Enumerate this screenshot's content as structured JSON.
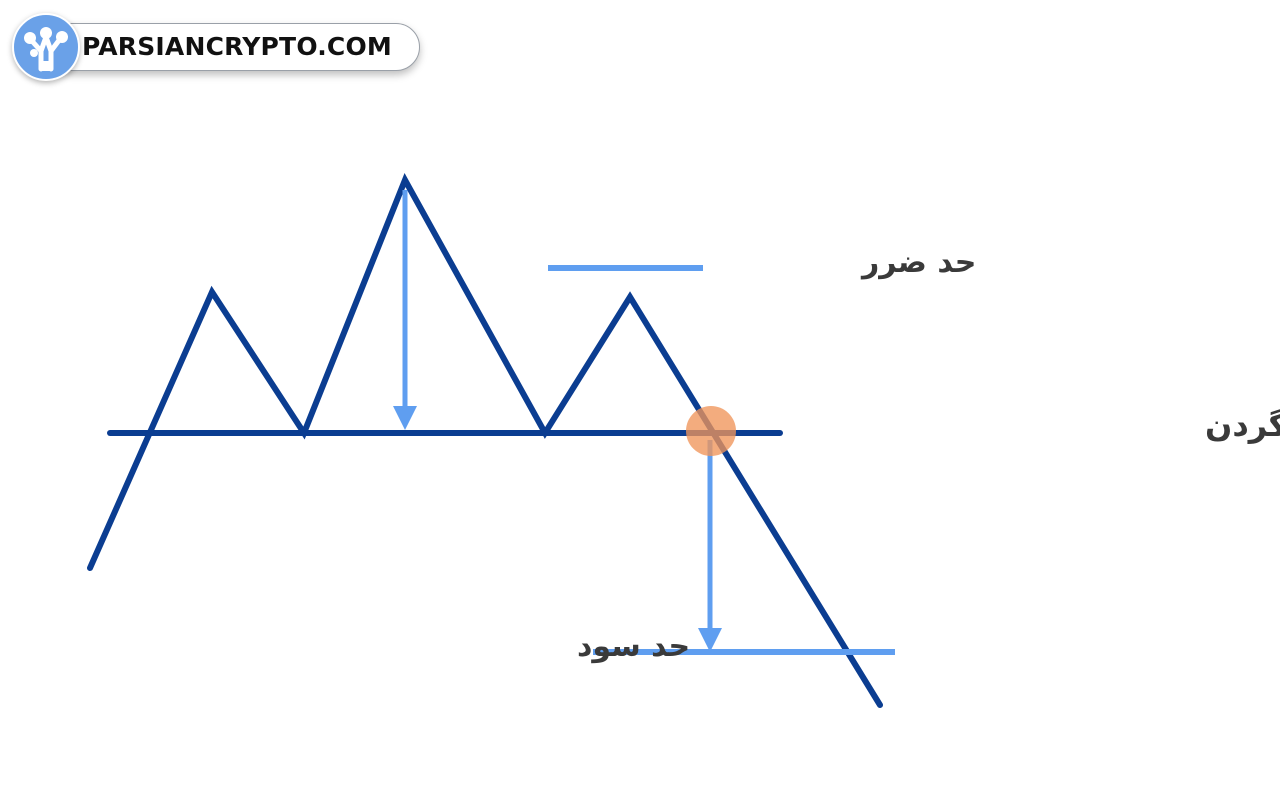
{
  "logo": {
    "icon": "tree-network-icon",
    "text": "PARSIANCRYPTO.COM"
  },
  "labels": {
    "stop_loss": "حد ضرر",
    "neckline_break": "نقطه شکست خط گردن",
    "take_profit": "حد سود"
  },
  "colors": {
    "price_line": "#0b3d91",
    "guide_line": "#5f9ef0",
    "break_point": "#f0955a",
    "label_text": "#3a3a3a",
    "logo_blue": "#6aa1e8"
  }
}
